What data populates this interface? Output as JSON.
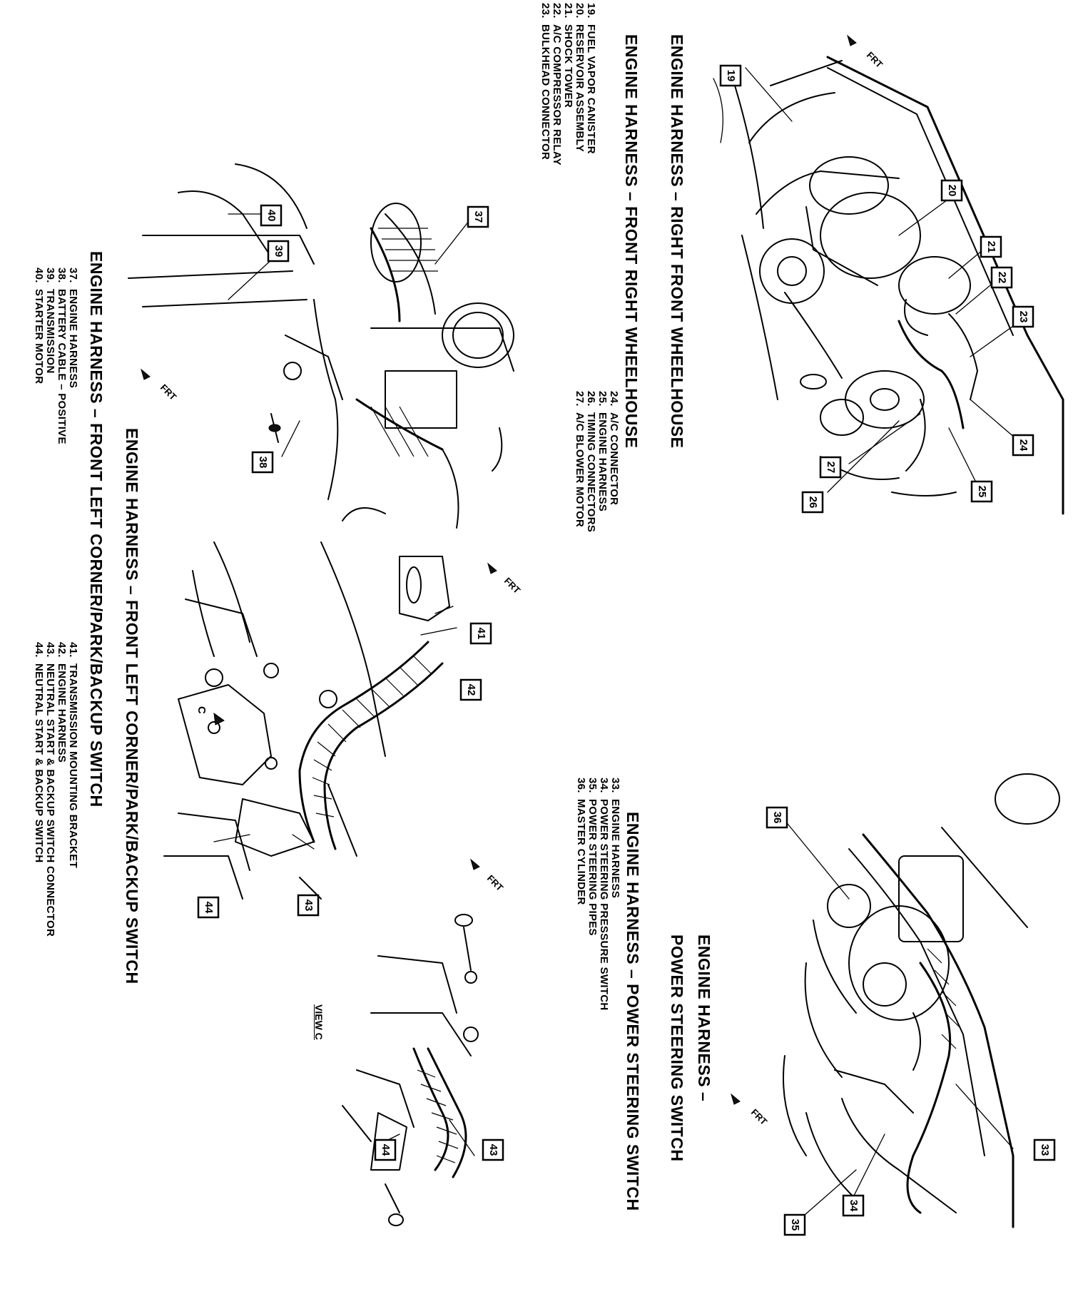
{
  "diagrams": {
    "right_front_wheelhouse": {
      "title": "ENGINE HARNESS – RIGHT FRONT WHEELHOUSE",
      "frt": "FRT",
      "legend": [
        {
          "num": "19.",
          "label": "FUEL VAPOR CANISTER"
        },
        {
          "num": "20.",
          "label": "RESERVOIR ASSEMBLY"
        },
        {
          "num": "21.",
          "label": "SHOCK TOWER"
        },
        {
          "num": "22.",
          "label": "A/C COMPRESSOR RELAY"
        },
        {
          "num": "23.",
          "label": "BULKHEAD CONNECTOR"
        }
      ],
      "callouts": [
        "19",
        "20",
        "21",
        "22",
        "23",
        "24",
        "25",
        "26",
        "27"
      ]
    },
    "front_right_wheelhouse": {
      "title": "ENGINE HARNESS – FRONT RIGHT WHEELHOUSE",
      "legend": [
        {
          "num": "24.",
          "label": "A/C CONNECTOR"
        },
        {
          "num": "25.",
          "label": "ENGINE HARNESS"
        },
        {
          "num": "26.",
          "label": "TIMING CONNECTORS"
        },
        {
          "num": "27.",
          "label": "A/C BLOWER MOTOR"
        }
      ]
    },
    "power_steering_switch": {
      "title_line1": "ENGINE HARNESS –",
      "title_line2": "POWER STEERING SWITCH",
      "frt": "FRT",
      "subtitle": "ENGINE HARNESS – POWER STEERING SWITCH",
      "legend": [
        {
          "num": "33.",
          "label": "ENGINE HARNESS"
        },
        {
          "num": "34.",
          "label": "POWER STEERING PRESSURE SWITCH"
        },
        {
          "num": "35.",
          "label": "POWER STEERING PIPES"
        },
        {
          "num": "36.",
          "label": "MASTER CYLINDER"
        }
      ],
      "callouts": [
        "33",
        "34",
        "35",
        "36"
      ]
    },
    "front_left_corner": {
      "title": "ENGINE HARNESS – FRONT LEFT CORNER/PARK/BACKUP SWITCH",
      "frt": "FRT",
      "legend": [
        {
          "num": "37.",
          "label": "ENGINE HARNESS"
        },
        {
          "num": "38.",
          "label": "BATTERY CABLE – POSITIVE"
        },
        {
          "num": "39.",
          "label": "TRANSMISSION"
        },
        {
          "num": "40.",
          "label": "STARTER MOTOR"
        }
      ],
      "callouts": [
        "37",
        "38",
        "39",
        "40"
      ]
    },
    "park_backup_switch": {
      "title": "ENGINE HARNESS – FRONT LEFT CORNER/PARK/BACKUP SWITCH",
      "frt": "FRT",
      "view_label": "VIEW C",
      "view_marker": "C",
      "legend": [
        {
          "num": "41.",
          "label": "TRANSMISSION MOUNTING BRACKET"
        },
        {
          "num": "42.",
          "label": "ENGINE HARNESS"
        },
        {
          "num": "43.",
          "label": "NEUTRAL START & BACKUP SWITCH CONNECTOR"
        },
        {
          "num": "44.",
          "label": "NEUTRAL START & BACKUP SWITCH"
        }
      ],
      "callouts": [
        "41",
        "42",
        "43",
        "44",
        "43",
        "44"
      ]
    }
  }
}
